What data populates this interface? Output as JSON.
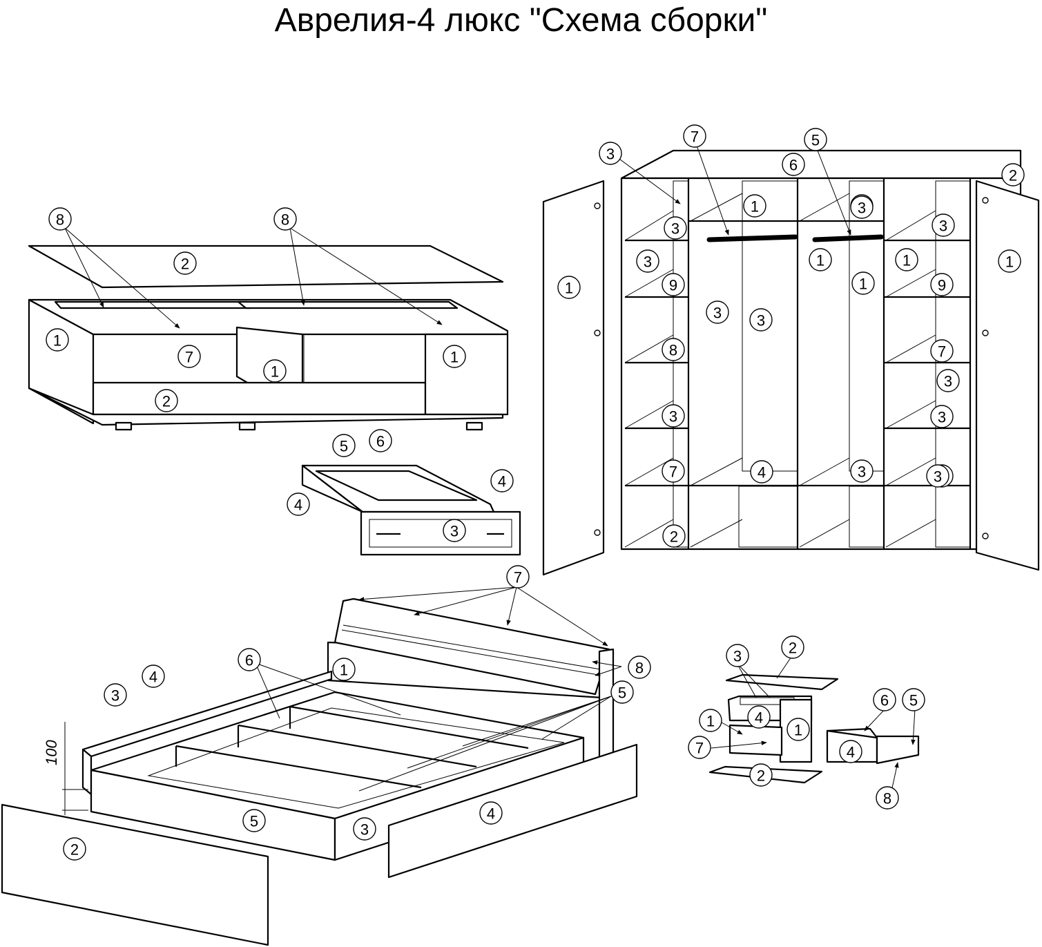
{
  "title": "Аврелия-4 люкс \"Схема сборки\"",
  "dimension_label": "100",
  "callouts": {
    "tv_stand": [
      "8",
      "8",
      "2",
      "1",
      "7",
      "1",
      "1",
      "2"
    ],
    "drawer": [
      "5",
      "6",
      "4",
      "4",
      "3"
    ],
    "wardrobe": [
      "7",
      "5",
      "6",
      "2",
      "1",
      "4",
      "3",
      "3",
      "3",
      "1",
      "1",
      "1",
      "1",
      "9",
      "9",
      "3",
      "3",
      "1",
      "8",
      "7",
      "3",
      "3",
      "3",
      "7",
      "3",
      "3",
      "3",
      "4",
      "3",
      "3",
      "2"
    ],
    "bed": [
      "7",
      "8",
      "1",
      "6",
      "4",
      "3",
      "5",
      "100",
      "2",
      "5",
      "3",
      "4"
    ],
    "nightstand": [
      "3",
      "2",
      "4",
      "1",
      "1",
      "7",
      "2"
    ],
    "nightstand_drawer": [
      "6",
      "5",
      "4",
      "8"
    ]
  }
}
